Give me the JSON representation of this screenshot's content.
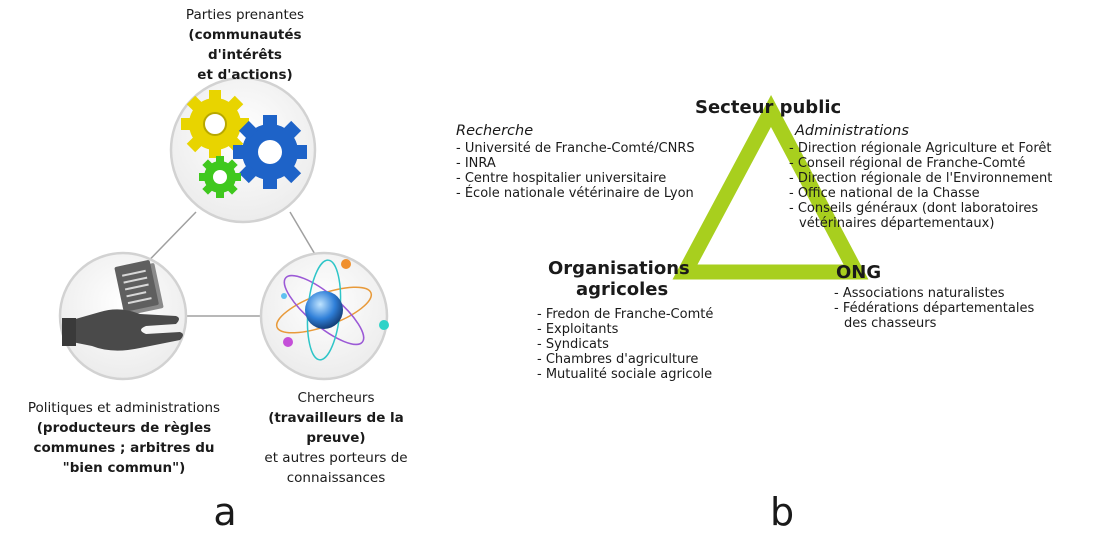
{
  "panel_a": {
    "top": {
      "line1": "Parties prenantes",
      "line2": "(communautés d'intérêts",
      "line3": "et d'actions)"
    },
    "left": {
      "line1": "Politiques et administrations",
      "line2": "(producteurs de règles",
      "line3": "communes ; arbitres du",
      "line4": "\"bien commun\")"
    },
    "right": {
      "line1": "Chercheurs",
      "line2": "(travailleurs de la",
      "line3": "preuve)",
      "line4": "et autres porteurs de",
      "line5": "connaissances"
    },
    "letter": "a"
  },
  "panel_b": {
    "top_node": "Secteur public",
    "left_node_line1": "Organisations",
    "left_node_line2": "agricoles",
    "right_node": "ONG",
    "recherche": {
      "heading": "Recherche",
      "items": [
        "Université de Franche-Comté/CNRS",
        "INRA",
        "Centre hospitalier universitaire",
        "École nationale vétérinaire de Lyon"
      ]
    },
    "administrations": {
      "heading": "Administrations",
      "items": [
        "Direction régionale Agriculture et Forêt",
        "Conseil régional de Franche-Comté",
        "Direction régionale de l'Environnement",
        "Office national de la Chasse",
        "Conseils généraux (dont laboratoires"
      ],
      "continuation": "vétérinaires départementaux)"
    },
    "agricoles_items": [
      "Fredon de Franche-Comté",
      "Exploitants",
      "Syndicats",
      "Chambres d'agriculture",
      "Mutualité sociale agricole"
    ],
    "ong_items": [
      "Associations naturalistes",
      "Fédérations départementales"
    ],
    "ong_continuation": "des chasseurs",
    "letter": "b"
  },
  "colors": {
    "triangle": "#a8cf1e",
    "connector": "#a0a0a0",
    "circle_border": "#d2d2d2",
    "gear_yellow": "#e8d400",
    "gear_blue": "#1e63c8",
    "gear_green": "#3fc81e"
  },
  "icons": [
    "gears-icon",
    "hand-document-icon",
    "atom-icon"
  ]
}
